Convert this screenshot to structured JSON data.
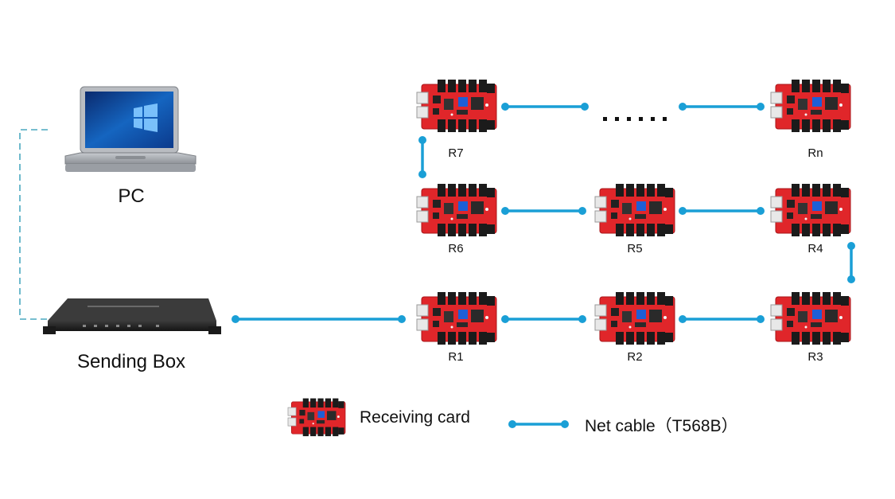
{
  "colors": {
    "cable": "#1a9fd6",
    "dashed_link": "#4aa8c0",
    "card_pcb": "#e0262a",
    "card_connector": "#1b1b1b",
    "laptop_body": "#a9adb3",
    "box_body": "#2a2a2a"
  },
  "labels": {
    "pc": "PC",
    "sending_box": "Sending Box",
    "ellipsis": "......"
  },
  "cards": [
    {
      "id": "R1",
      "label": "R1"
    },
    {
      "id": "R2",
      "label": "R2"
    },
    {
      "id": "R3",
      "label": "R3"
    },
    {
      "id": "R4",
      "label": "R4"
    },
    {
      "id": "R5",
      "label": "R5"
    },
    {
      "id": "R6",
      "label": "R6"
    },
    {
      "id": "R7",
      "label": "R7"
    },
    {
      "id": "Rn",
      "label": "Rn"
    }
  ],
  "links": [
    {
      "from": "Sending Box",
      "to": "R1"
    },
    {
      "from": "R1",
      "to": "R2"
    },
    {
      "from": "R2",
      "to": "R3"
    },
    {
      "from": "R3",
      "to": "R4"
    },
    {
      "from": "R4",
      "to": "R5"
    },
    {
      "from": "R5",
      "to": "R6"
    },
    {
      "from": "R6",
      "to": "R7"
    },
    {
      "from": "R7",
      "to": "Rn"
    }
  ],
  "legend": {
    "receiving_card": "Receiving card",
    "net_cable": "Net cable（T568B）"
  }
}
